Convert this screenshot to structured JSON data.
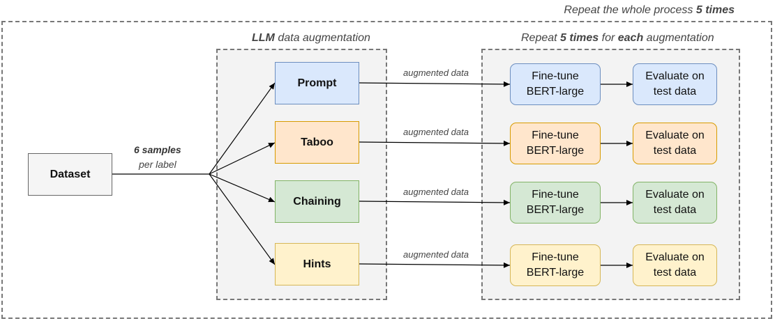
{
  "outer_caption": {
    "text": "Repeat the whole process ",
    "strong": "5 times"
  },
  "llm_caption": {
    "strong": "LLM",
    "text": " data augmentation"
  },
  "repeat_caption": {
    "pre": "Repeat ",
    "strong1": "5 times",
    "mid": " for ",
    "strong2": "each",
    "post": " augmentation"
  },
  "dataset": {
    "label": "Dataset"
  },
  "samples": {
    "strong": "6 samples",
    "sub": "per label"
  },
  "edge_label": "augmented data",
  "rows": [
    {
      "method": "Prompt",
      "finetune": "Fine-tune\nBERT-large",
      "evaluate": "Evaluate on\ntest data",
      "color": "#dae8fc"
    },
    {
      "method": "Taboo",
      "finetune": "Fine-tune\nBERT-large",
      "evaluate": "Evaluate on\ntest data",
      "color": "#ffe6cc"
    },
    {
      "method": "Chaining",
      "finetune": "Fine-tune\nBERT-large",
      "evaluate": "Evaluate on\ntest data",
      "color": "#d5e8d4"
    },
    {
      "method": "Hints",
      "finetune": "Fine-tune\nBERT-large",
      "evaluate": "Evaluate on\ntest data",
      "color": "#fff2cc"
    }
  ]
}
